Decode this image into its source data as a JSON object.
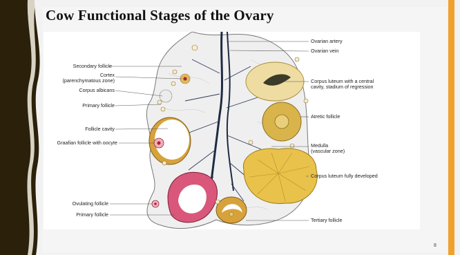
{
  "slide": {
    "title": "Cow Functional Stages of the Ovary",
    "page_number": "8"
  },
  "labels_left": {
    "secondary_follicle": "Secondary follicle",
    "cortex": "Cortex\n(parenchymatous zone)",
    "corpus_albicans": "Corpus albicans",
    "primary_follicle_top": "Primary follicle",
    "follicle_cavity": "Follicle cavity",
    "graafian_follicle": "Graafian follicle with oocyte",
    "ovulating_follicle": "Ovulating follicle",
    "primary_follicle_bottom": "Primary follicle"
  },
  "labels_right": {
    "ovarian_artery": "Ovarian artery",
    "ovarian_vein": "Ovarian vein",
    "corpus_luteum_regression": "Corpus luteum with a central\ncavity, stadium of regression",
    "atretic_follicle": "Atretic follicle",
    "medulla": "Medulla\n(vascular zone)",
    "corpus_luteum_developed": "Corpus luteum fully developed",
    "tertiary_follicle": "Tertiary follicle"
  },
  "colors": {
    "left_bar": "#2b2009",
    "right_accent": "#f0a12c",
    "corpus_luteum": "#e8c24a",
    "ovulating": "#d9577a",
    "follicle_rim": "#d7a23b"
  }
}
